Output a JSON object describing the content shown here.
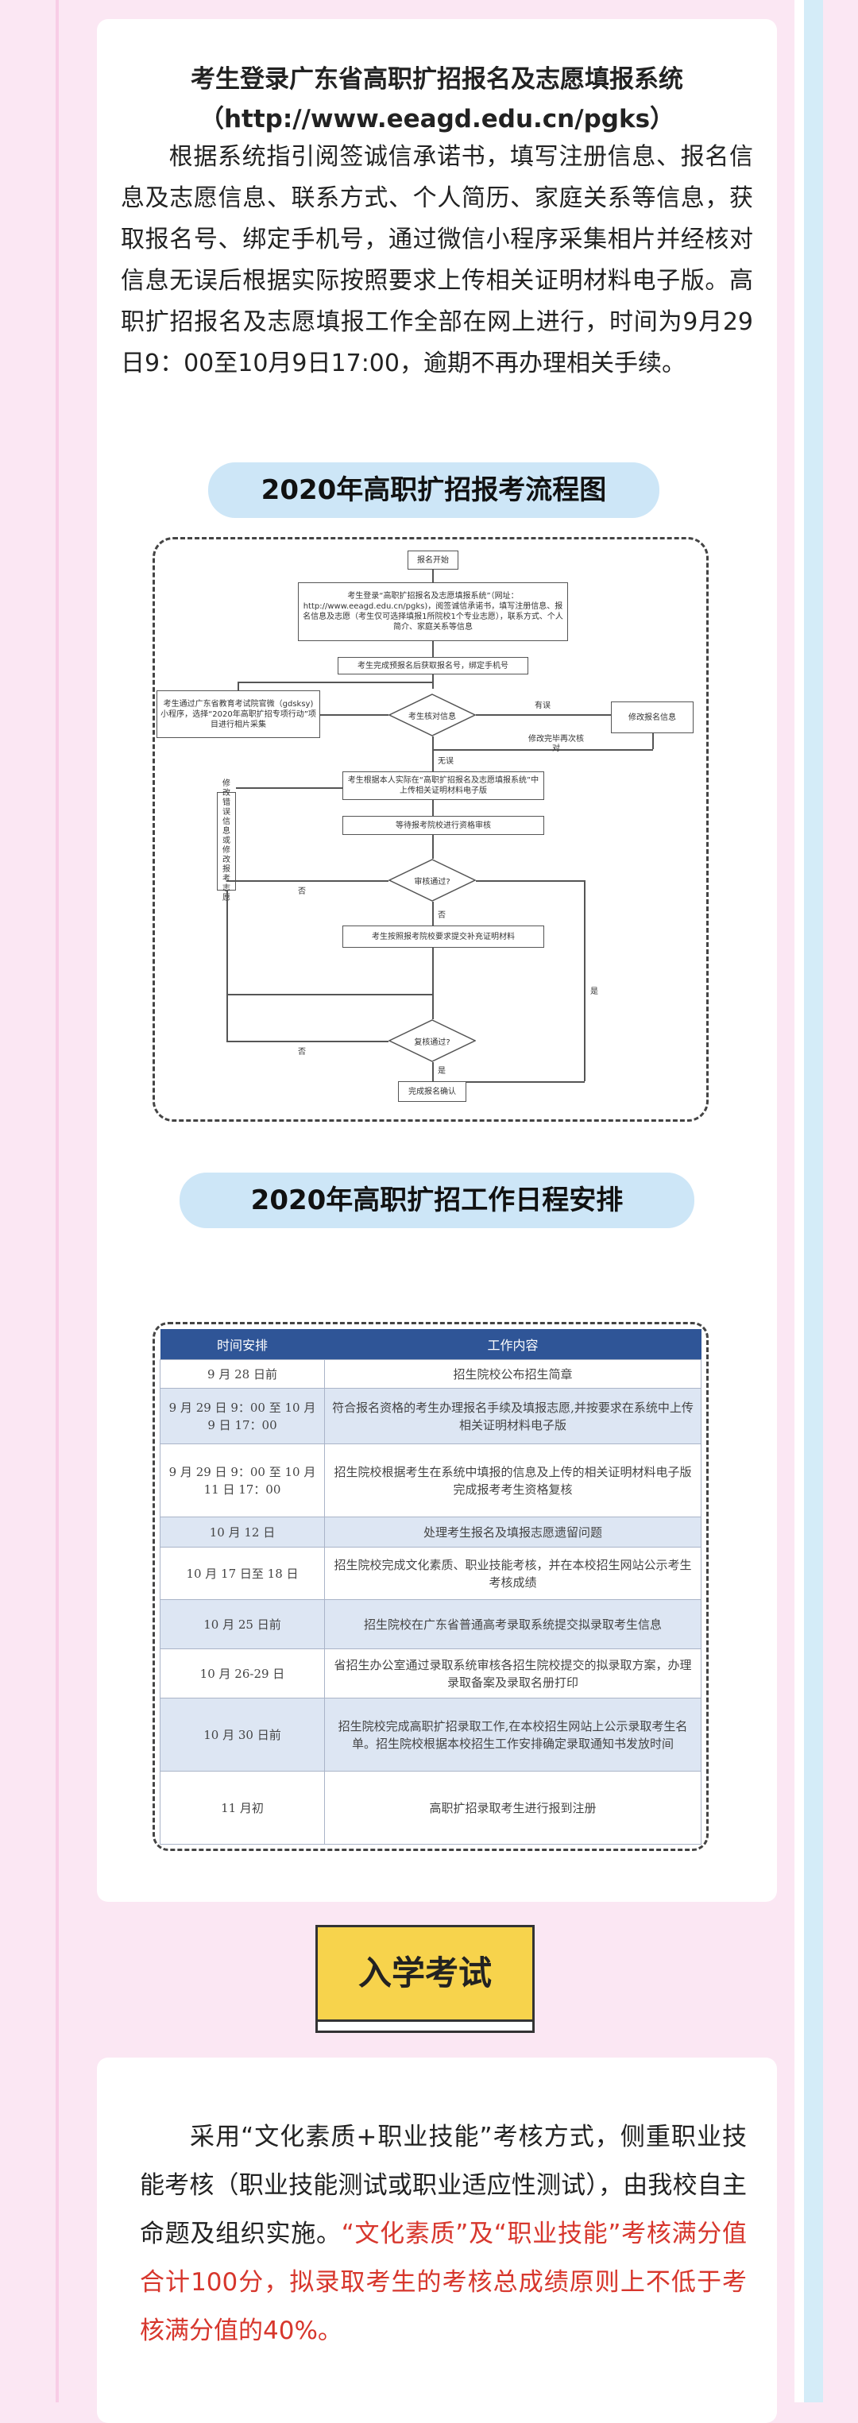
{
  "section1": {
    "heading_line1": "考生登录广东省高职扩招报名及志愿填报系统",
    "heading_line2": "（http://www.eeagd.edu.cn/pgks）",
    "paragraph": "根据系统指引阅签诚信承诺书，填写注册信息、报名信息及志愿信息、联系方式、个人简历、家庭关系等信息，获取报名号、绑定手机号，通过微信小程序采集相片并经核对信息无误后根据实际按照要求上传相关证明材料电子版。高职扩招报名及志愿填报工作全部在网上进行，时间为9月29日9：00至10月9日17:00，逾期不再办理相关手续。"
  },
  "flowchart": {
    "title": "2020年高职扩招报考流程图",
    "start": "报名开始",
    "step_login": "考生登录“高职扩招报名及志愿填报系统”（网址：http://www.eeagd.edu.cn/pgks)，阅签诚信承诺书，填写注册信息、报名信息及志愿（考生仅可选择填报1所院校1个专业志愿），联系方式、个人简介、家庭关系等信息",
    "step_get_no": "考生完成预报名后获取报名号，绑定手机号",
    "step_photo": "考生通过广东省教育考试院官微（gdsksy)小程序，选择“2020年高职扩招专项行动”项目进行相片采集",
    "decision_verify": "考生核对信息",
    "label_wrong": "有误",
    "step_modify": "修改报名信息",
    "label_recheck": "修改完毕再次核对",
    "label_correct": "无误",
    "step_upload": "考生根据本人实际在“高职扩招报名及志愿填报系统”中上传相关证明材料电子版",
    "step_wait": "等待报考院校进行资格审核",
    "side_modify": "修改错误信息或修改报考志愿",
    "decision_review": "审核通过?",
    "label_no1": "否",
    "label_yes_mid": "否",
    "step_supplement": "考生按照报考院校要求提交补充证明材料",
    "decision_recheck": "复核通过?",
    "label_no2": "否",
    "label_yes1": "是",
    "label_yes2": "是",
    "end": "完成报名确认"
  },
  "schedule": {
    "title": "2020年高职扩招工作日程安排",
    "headers": [
      "时间安排",
      "工作内容"
    ],
    "rows": [
      {
        "time": "9 月 28 日前",
        "content": "招生院校公布招生简章"
      },
      {
        "time": "9 月 29 日 9：00 至 10 月 9 日 17：00",
        "content": "符合报名资格的考生办理报名手续及填报志愿,并按要求在系统中上传相关证明材料电子版"
      },
      {
        "time": "9 月 29 日 9：00 至 10 月 11 日 17：00",
        "content": "招生院校根据考生在系统中填报的信息及上传的相关证明材料电子版完成报考考生资格复核"
      },
      {
        "time": "10 月 12 日",
        "content": "处理考生报名及填报志愿遗留问题"
      },
      {
        "time": "10 月 17 日至 18 日",
        "content": "招生院校完成文化素质、职业技能考核，并在本校招生网站公示考生考核成绩"
      },
      {
        "time": "10 月 25 日前",
        "content": "招生院校在广东省普通高考录取系统提交拟录取考生信息"
      },
      {
        "time": "10 月 26-29 日",
        "content": "省招生办公室通过录取系统审核各招生院校提交的拟录取方案，办理录取备案及录取名册打印"
      },
      {
        "time": "10 月 30 日前",
        "content": "招生院校完成高职扩招录取工作,在本校招生网站上公示录取考生名单。招生院校根据本校招生工作安排确定录取通知书发放时间"
      },
      {
        "time": "11 月初",
        "content": "高职扩招录取考生进行报到注册"
      }
    ]
  },
  "exam": {
    "tag": "入学考试",
    "para_normal": "采用“文化素质+职业技能”考核方式，侧重职业技能考核（职业技能测试或职业适应性测试），由我校自主命题及组织实施。",
    "para_red": "“文化素质”及“职业技能”考核满分值合计100分，拟录取考生的考核总成绩原则上不低于考核满分值的40%。"
  }
}
